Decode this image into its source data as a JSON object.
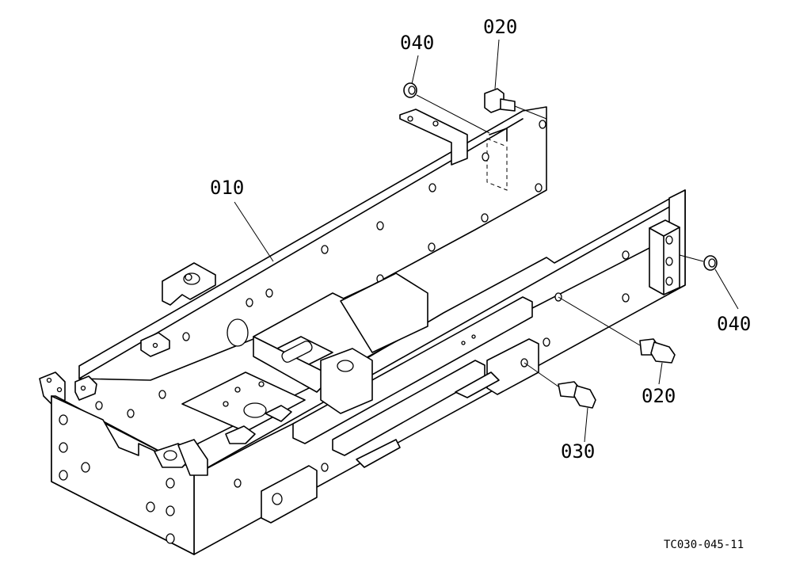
{
  "diagram": {
    "callouts": [
      {
        "id": "callout-010",
        "text": "010"
      },
      {
        "id": "callout-020-top",
        "text": "020"
      },
      {
        "id": "callout-040-top",
        "text": "040"
      },
      {
        "id": "callout-040-right",
        "text": "040"
      },
      {
        "id": "callout-020-right",
        "text": "020"
      },
      {
        "id": "callout-030",
        "text": "030"
      }
    ],
    "drawing_code": "TC030-045-11"
  }
}
